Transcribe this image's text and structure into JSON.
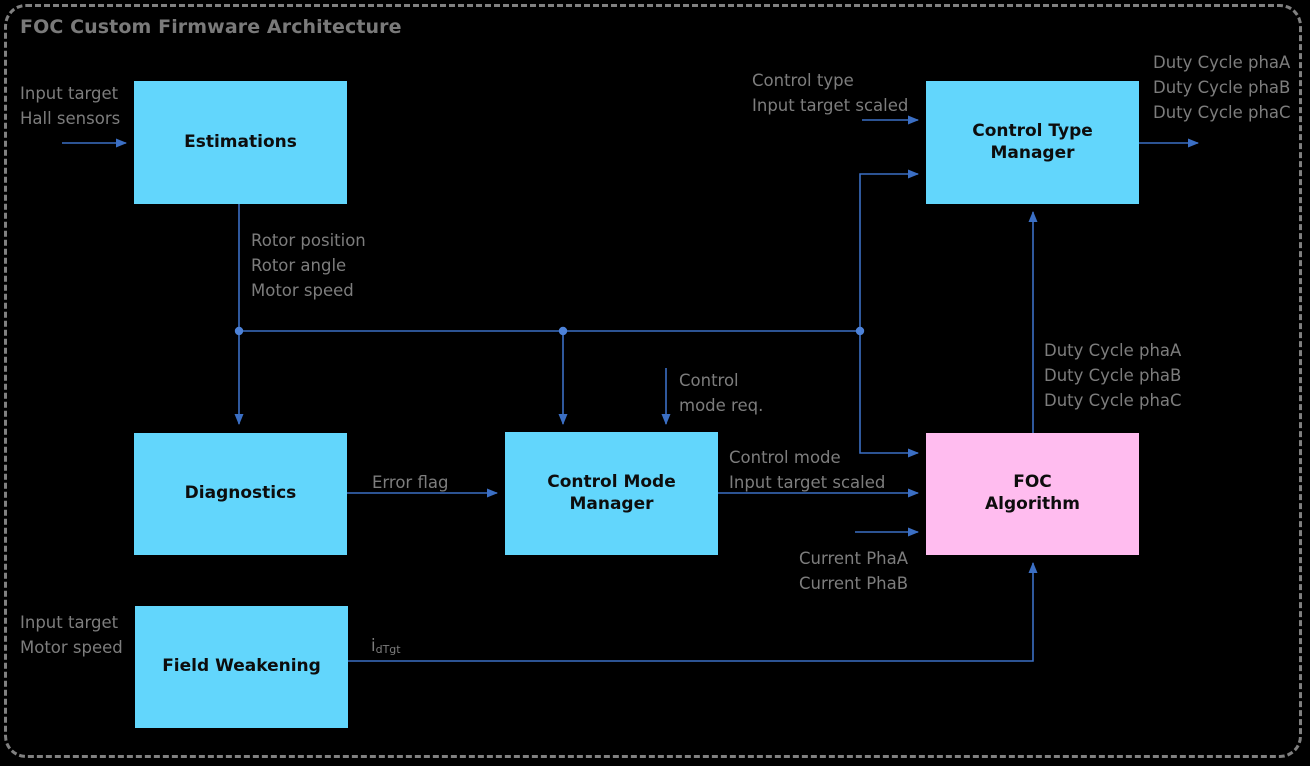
{
  "diagram": {
    "title": "FOC Custom Firmware Architecture",
    "background_color": "#000000",
    "frame_color": "#808080",
    "label_color": "#7d7d7d",
    "wire_color": "#3b6fc4",
    "node_fill_cyan": "#62D6FC",
    "node_fill_pink": "#FFBCEF"
  },
  "nodes": {
    "estimations": {
      "label": "Estimations",
      "fill": "#62D6FC"
    },
    "diagnostics": {
      "label": "Diagnostics",
      "fill": "#62D6FC"
    },
    "field_weakening": {
      "label": "Field Weakening",
      "fill": "#62D6FC"
    },
    "control_mode_manager": {
      "label": "Control Mode\nManager",
      "fill": "#62D6FC"
    },
    "control_type_manager": {
      "label": "Control Type\nManager",
      "fill": "#62D6FC"
    },
    "foc_algorithm": {
      "label": "FOC\nAlgorithm",
      "fill": "#FFBCEF"
    }
  },
  "labels": {
    "estimations_input": "Input target\nHall sensors",
    "estimations_output": "Rotor position\nRotor angle\nMotor speed",
    "control_type_input": "Control type\nInput target scaled",
    "control_type_output": "Duty Cycle phaA\nDuty Cycle phaB\nDuty Cycle phaC",
    "duty_cycle_feedback": "Duty Cycle phaA\nDuty Cycle phaB\nDuty Cycle phaC",
    "control_mode_req": "Control\nmode req.",
    "error_flag": "Error flag",
    "control_mode_bus": "Control mode\nInput target scaled",
    "current_phases": "Current PhaA\nCurrent PhaB",
    "field_weakening_input": "Input target\nMotor speed",
    "id_target_base": "i",
    "id_target_sub": "dTgt"
  }
}
